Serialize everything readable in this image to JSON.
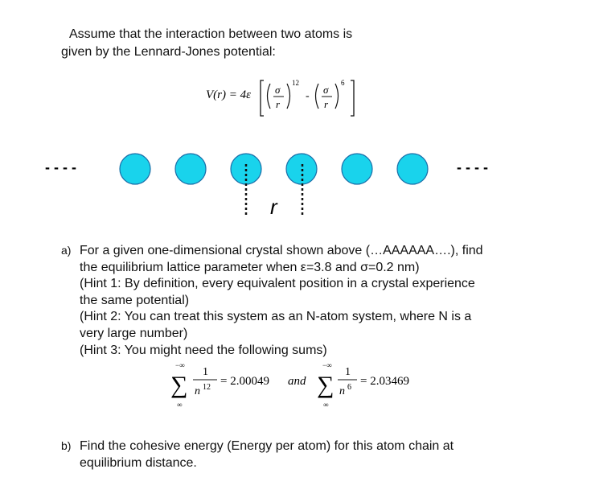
{
  "intro": {
    "line1": "Assume that the interaction between two atoms is",
    "line2": "given by the Lennard-Jones potential:"
  },
  "formula": {
    "lhs": "V(r) = 4ε",
    "sigma": "σ",
    "r": "r",
    "exp12": "12",
    "exp6": "6",
    "minus": "-"
  },
  "chain": {
    "left_dashes": "- - - -",
    "right_dashes": "- - - -",
    "atom_count": 6,
    "atom_color": "#19d3ec",
    "atom_stroke": "#1a6ea8",
    "spacing_label": "r"
  },
  "question_a": {
    "label": "a)",
    "lines": [
      "For a given one-dimensional crystal shown above (…AAAAAA….), find",
      "the equilibrium lattice parameter when ε=3.8 and σ=0.2 nm)",
      "(Hint 1: By definition, every equivalent position in a crystal experience",
      "the same potential)",
      "(Hint 2: You can treat this system as an N-atom system, where N is a",
      "very large number)",
      "(Hint 3: You might need the following sums)"
    ]
  },
  "sums": {
    "sum1_upper": "−∞",
    "sum1_lower": "∞",
    "sum1_num": "1",
    "sum1_den": "n",
    "sum1_exp": "12",
    "sum1_value": "= 2.00049",
    "and_text": "and",
    "sum2_upper": "−∞",
    "sum2_lower": "∞",
    "sum2_num": "1",
    "sum2_den": "n",
    "sum2_exp": "6",
    "sum2_value": "= 2.03469"
  },
  "question_b": {
    "label": "b)",
    "lines": [
      "Find the cohesive energy (Energy per atom) for this atom chain at",
      "equilibrium distance."
    ]
  }
}
